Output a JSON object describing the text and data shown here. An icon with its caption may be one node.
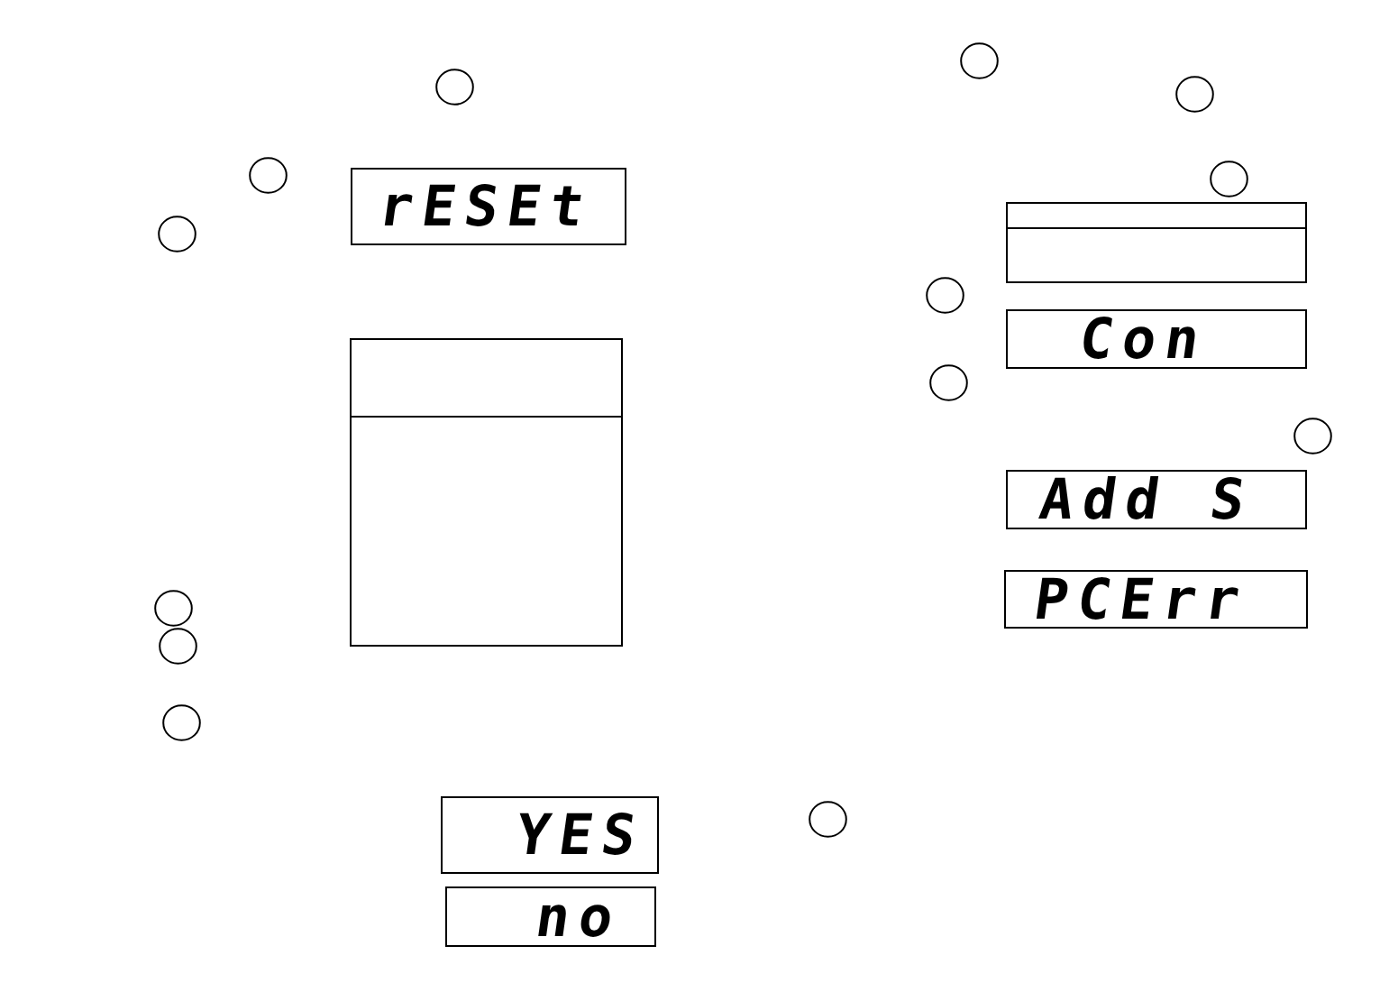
{
  "diagram": {
    "nodes": [
      {
        "text": [],
        "shape": "circle"
      },
      {
        "text": [],
        "shape": "circle"
      },
      {
        "text": [
          "rESEt"
        ]
      },
      {
        "text": [],
        "shape": "circle"
      },
      {
        "text": [],
        "shape": "box"
      },
      {
        "text": [],
        "shape": "circle"
      },
      {
        "text": [],
        "shape": "circle"
      },
      {
        "text": [],
        "shape": "circle"
      },
      {
        "text": [
          "YES"
        ]
      },
      {
        "text": [
          "no"
        ]
      },
      {
        "text": [],
        "shape": "circle"
      },
      {
        "text": [],
        "shape": "circle"
      },
      {
        "text": [],
        "shape": "circle"
      },
      {
        "text": [],
        "shape": "box"
      },
      {
        "text": [],
        "shape": "circle"
      },
      {
        "text": [
          "Con"
        ]
      },
      {
        "text": [],
        "shape": "circle"
      },
      {
        "text": [],
        "shape": "circle"
      },
      {
        "text": [
          "Add S"
        ]
      },
      {
        "text": [
          "PCErr"
        ]
      },
      {
        "text": [],
        "shape": "circle"
      }
    ]
  }
}
